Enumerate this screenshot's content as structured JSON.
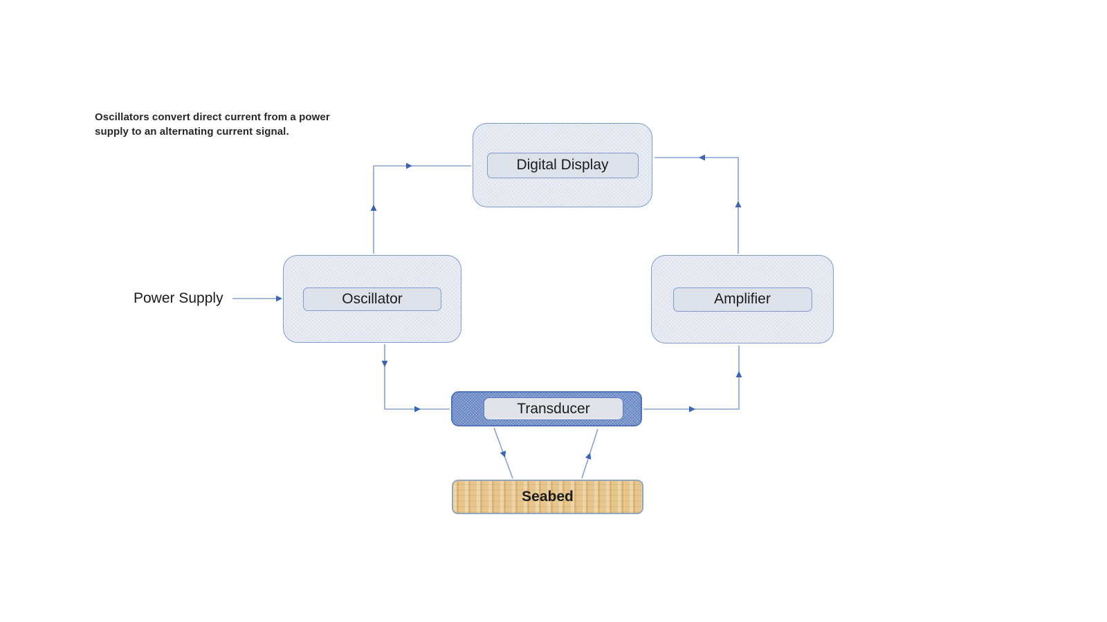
{
  "annotation": {
    "text": "Oscillators convert direct current from a power supply to an alternating current signal."
  },
  "labels": {
    "power_supply": "Power Supply"
  },
  "nodes": {
    "digital_display": {
      "label": "Digital Display"
    },
    "oscillator": {
      "label": "Oscillator"
    },
    "amplifier": {
      "label": "Amplifier"
    },
    "transducer": {
      "label": "Transducer"
    },
    "seabed": {
      "label": "Seabed"
    }
  },
  "edges": [
    {
      "from": "Power Supply",
      "to": "Oscillator"
    },
    {
      "from": "Oscillator",
      "to": "Digital Display"
    },
    {
      "from": "Amplifier",
      "to": "Digital Display"
    },
    {
      "from": "Oscillator",
      "to": "Transducer"
    },
    {
      "from": "Transducer",
      "to": "Amplifier"
    },
    {
      "from": "Transducer",
      "to": "Seabed"
    },
    {
      "from": "Seabed",
      "to": "Transducer"
    }
  ],
  "colors": {
    "connector": "#86a1d8",
    "arrowhead": "#3c64b4",
    "node_fill": "#eaedf3",
    "node_border": "#7e9ace",
    "inner_label_fill": "#dde2ea",
    "transducer_fill": "#92abdc",
    "transducer_border": "#4e73bc",
    "seabed_fill": "#e5c085",
    "seabed_border": "#93a5ba",
    "text": "#1b1b1b"
  }
}
